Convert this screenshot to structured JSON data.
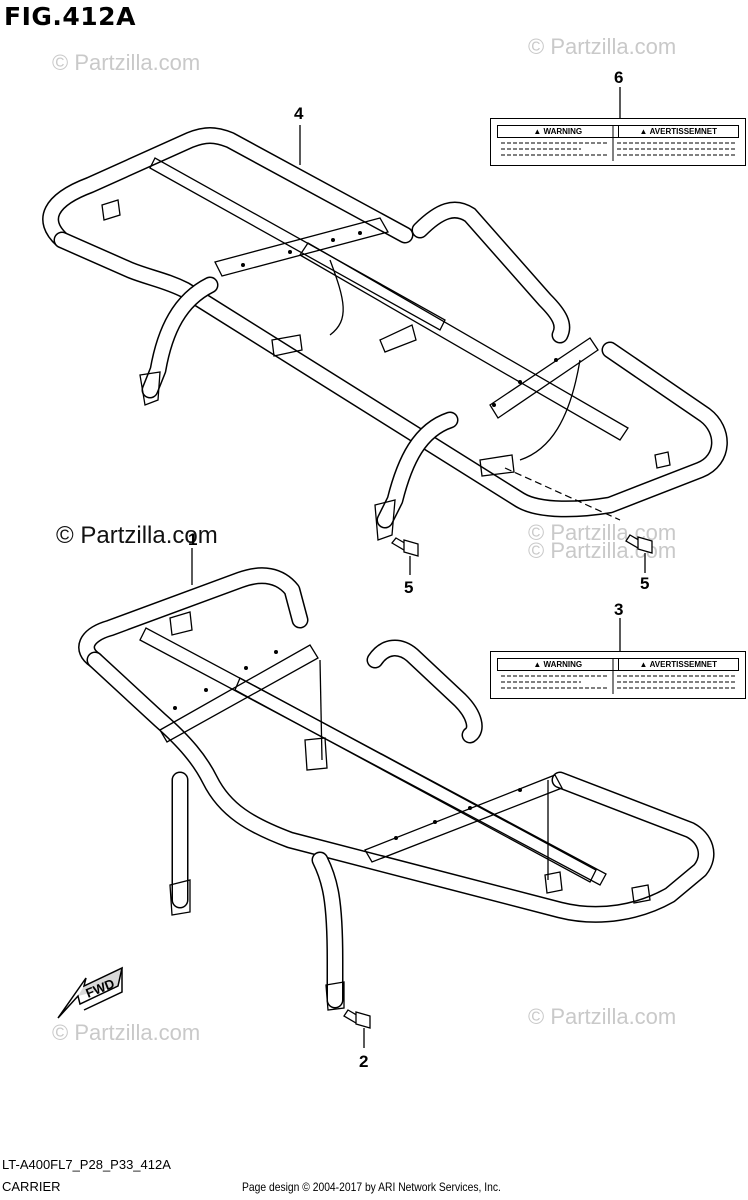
{
  "figure": {
    "title": "FIG.412A"
  },
  "watermarks": [
    "© Partzilla.com",
    "© Partzilla.com",
    "© Partzilla.com",
    "© Partzilla.com",
    "© Partzilla.com",
    "© Partzilla.com",
    "© Partzilla.com"
  ],
  "callouts": [
    "4",
    "6",
    "5",
    "5",
    "1",
    "3",
    "2"
  ],
  "labels": {
    "warning": "WARNING",
    "avertissement": "AVERTISSEMNET"
  },
  "fwd_arrow": "FWD",
  "footer": {
    "model_code": "LT-A400FL7_P28_P33_412A",
    "section_name": "CARRIER",
    "copyright": "Page design © 2004-2017 by ARI Network Services, Inc."
  },
  "colors": {
    "line": "#000000",
    "watermark": "#c9c9c9",
    "background": "#ffffff"
  }
}
